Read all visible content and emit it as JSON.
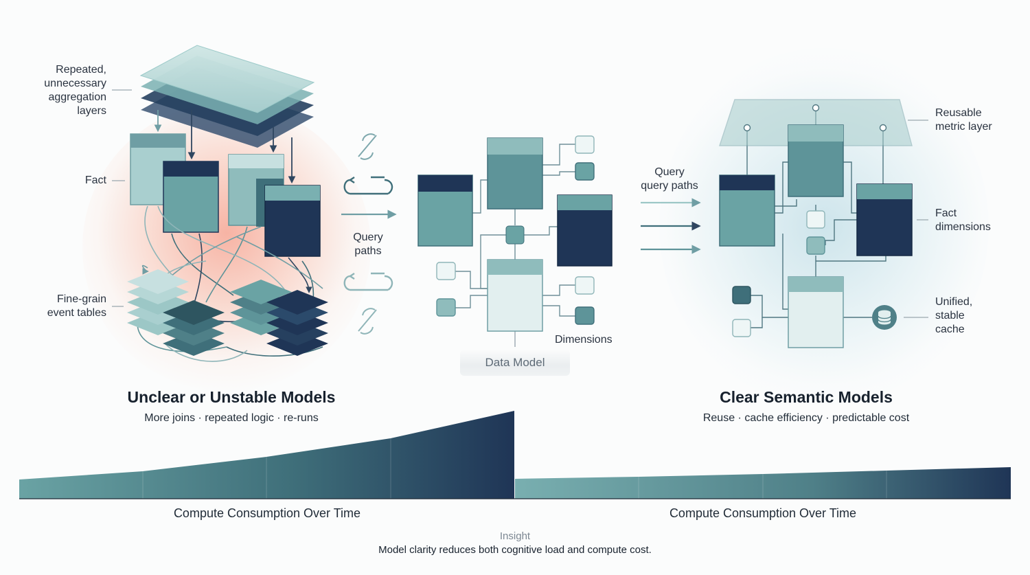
{
  "left_panel": {
    "label_aggregation": "Repeated,\nunnecessary\naggregation\nlayers",
    "label_fact": "Fact",
    "label_events": "Fine-grain\nevent tables",
    "title": "Unclear or Unstable Models",
    "subtitle": "More joins · repeated logic · re-runs"
  },
  "middle_panel": {
    "label_query_paths": "Query\npaths",
    "label_dimensions": "Dimensions",
    "label_data_model": "Data Model"
  },
  "right_panel": {
    "label_query_paths": "Query\nquery paths",
    "label_metric_layer": "Reusable\nmetric layer",
    "label_fact_dimensions": "Fact\ndimensions",
    "label_cache": "Unified,\nstable\ncache",
    "title": "Clear Semantic Models",
    "subtitle": "Reuse · cache efficiency · predictable cost"
  },
  "compute_bars": {
    "left_label": "Compute Consumption Over Time",
    "right_label": "Compute Consumption Over Time"
  },
  "insight": {
    "kicker": "Insight",
    "text": "Model clarity reduces both cognitive load and compute cost."
  },
  "colors": {
    "navy": "#1f3556",
    "teal_dark": "#3f6f7a",
    "teal": "#5e9499",
    "teal_light": "#8fbcbc",
    "teal_pale": "#c7e0e0",
    "warm_glow": "#f47a5c",
    "cool_glow": "#96c8d7"
  },
  "icons": [
    "broken-link-icon",
    "cycle-arrow-icon",
    "database-icon"
  ]
}
